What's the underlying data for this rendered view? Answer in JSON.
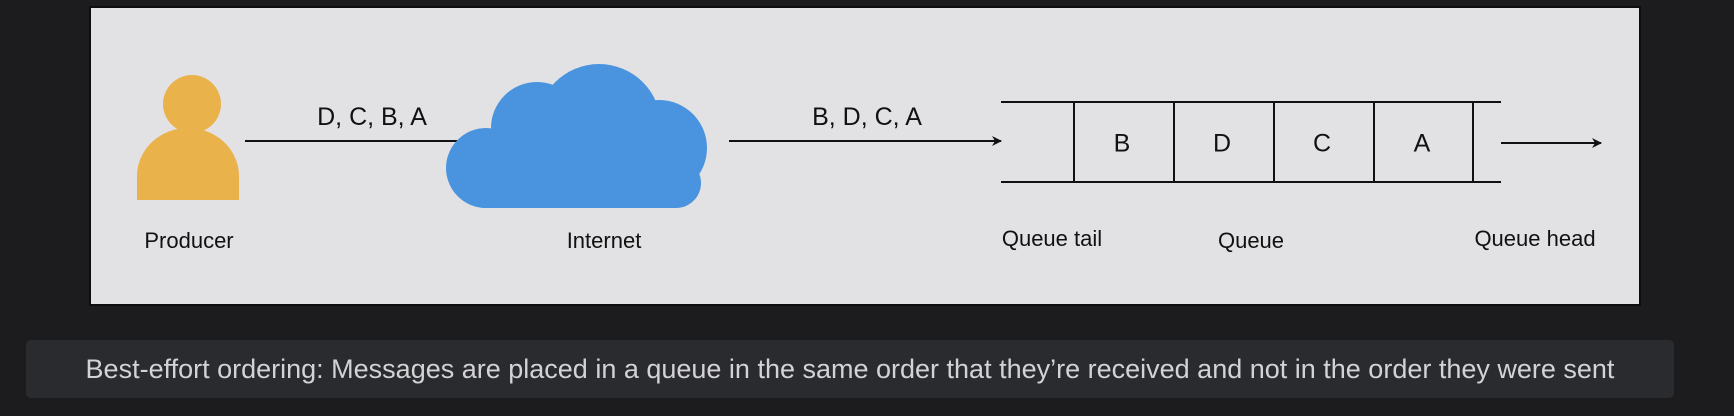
{
  "diagram": {
    "colors": {
      "canvas_bg": "#e2e2e4",
      "person": "#eab24a",
      "cloud": "#4a94df",
      "stroke": "#111111"
    },
    "producer": {
      "icon": "person-icon",
      "label": "Producer"
    },
    "internet": {
      "icon": "cloud-icon",
      "label": "Internet"
    },
    "sent_order": "D, C, B, A",
    "received_order": "B, D, C, A",
    "queue": {
      "cells": [
        "B",
        "D",
        "C",
        "A"
      ],
      "tail_label": "Queue tail",
      "label": "Queue",
      "head_label": "Queue head"
    }
  },
  "caption": "Best-effort ordering: Messages are placed in a queue in the same order that they’re received and not in the order they were sent"
}
